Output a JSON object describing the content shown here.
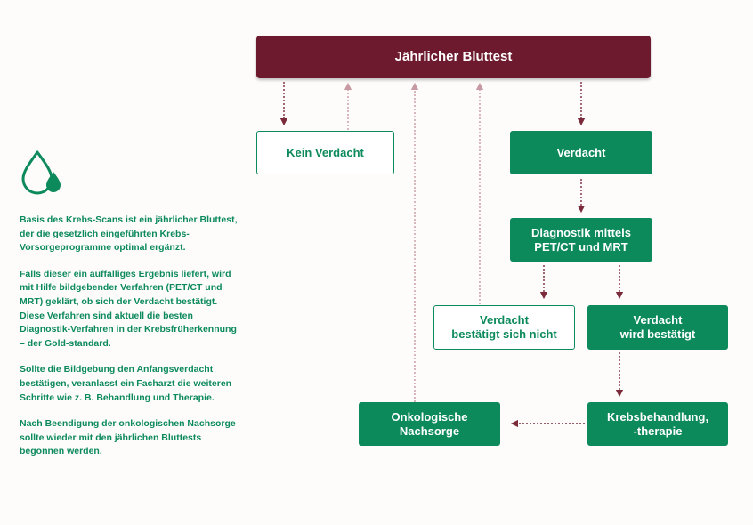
{
  "colors": {
    "primary_green": "#0d8a5c",
    "top_box_maroon": "#6d1a2e",
    "arrow_down": "#7a2a3a",
    "arrow_up": "#c79aa3"
  },
  "icons": {
    "left": "water-drops-icon"
  },
  "text_panel": {
    "paragraphs": [
      "Basis des Krebs-Scans ist ein jährlicher Bluttest, der die gesetzlich eingeführten Krebs-Vorsorgeprogramme optimal ergänzt.",
      "Falls dieser ein auffälliges Ergebnis liefert, wird mit Hilfe bildgebender Verfahren (PET/CT und MRT) geklärt, ob sich der Verdacht bestätigt. Diese Verfahren sind aktuell die besten Diagnostik-Verfahren in der Krebsfrüherkennung – der Gold-standard.",
      "Sollte die Bildgebung den Anfangsverdacht bestätigen, veranlasst ein Facharzt die weiteren Schritte wie z. B. Behandlung und Therapie.",
      "Nach Beendigung der onkologischen Nachsorge sollte wieder mit den jährlichen Bluttests begonnen werden."
    ]
  },
  "flow": {
    "annual_test": "Jährlicher Bluttest",
    "no_suspicion": "Kein Verdacht",
    "suspicion": "Verdacht",
    "diagnostics": [
      "Diagnostik mittels",
      "PET/CT und MRT"
    ],
    "not_confirmed": [
      "Verdacht",
      "bestätigt sich nicht"
    ],
    "confirmed": [
      "Verdacht",
      "wird bestätigt"
    ],
    "treatment": [
      "Krebsbehandlung,",
      "-therapie"
    ],
    "aftercare": [
      "Onkologische",
      "Nachsorge"
    ]
  }
}
